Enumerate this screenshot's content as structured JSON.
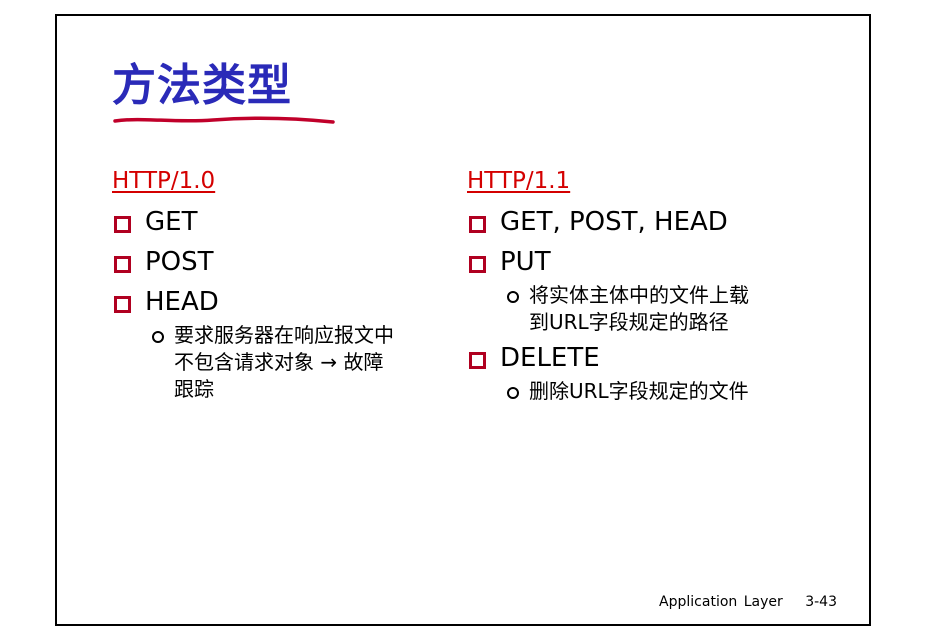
{
  "title": "方法类型",
  "left": {
    "heading": "HTTP/1.0",
    "items": [
      {
        "label": "GET"
      },
      {
        "label": "POST"
      },
      {
        "label": "HEAD",
        "sub": "要求服务器在响应报文中\n不包含请求对象 → 故障\n跟踪"
      }
    ]
  },
  "right": {
    "heading": "HTTP/1.1",
    "items": [
      {
        "label": "GET, POST, HEAD"
      },
      {
        "label": "PUT",
        "sub": "将实体主体中的文件上载\n到URL字段规定的路径"
      },
      {
        "label": "DELETE",
        "sub": "删除URL字段规定的文件"
      }
    ]
  },
  "footer": {
    "section": "Application Layer",
    "page": "3-43"
  },
  "colors": {
    "title": "#2a2ab8",
    "underline": "#c0002a",
    "heading": "#d40000",
    "bullet": "#b00020"
  }
}
